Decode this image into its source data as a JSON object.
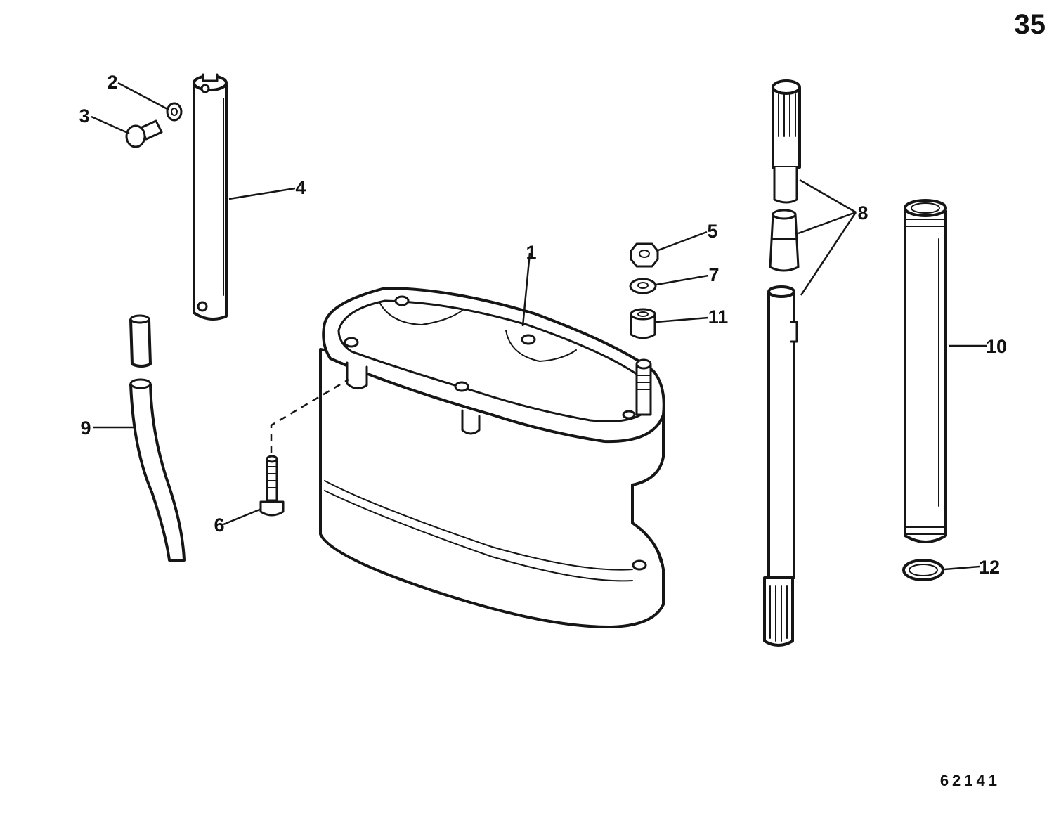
{
  "page_number": "35",
  "figure_code": "62141",
  "callouts": [
    {
      "id": "1",
      "text": "1"
    },
    {
      "id": "2",
      "text": "2"
    },
    {
      "id": "3",
      "text": "3"
    },
    {
      "id": "4",
      "text": "4"
    },
    {
      "id": "5",
      "text": "5"
    },
    {
      "id": "6",
      "text": "6"
    },
    {
      "id": "7",
      "text": "7"
    },
    {
      "id": "8",
      "text": "8"
    },
    {
      "id": "9",
      "text": "9"
    },
    {
      "id": "10",
      "text": "10"
    },
    {
      "id": "11",
      "text": "11"
    },
    {
      "id": "12",
      "text": "12"
    }
  ]
}
